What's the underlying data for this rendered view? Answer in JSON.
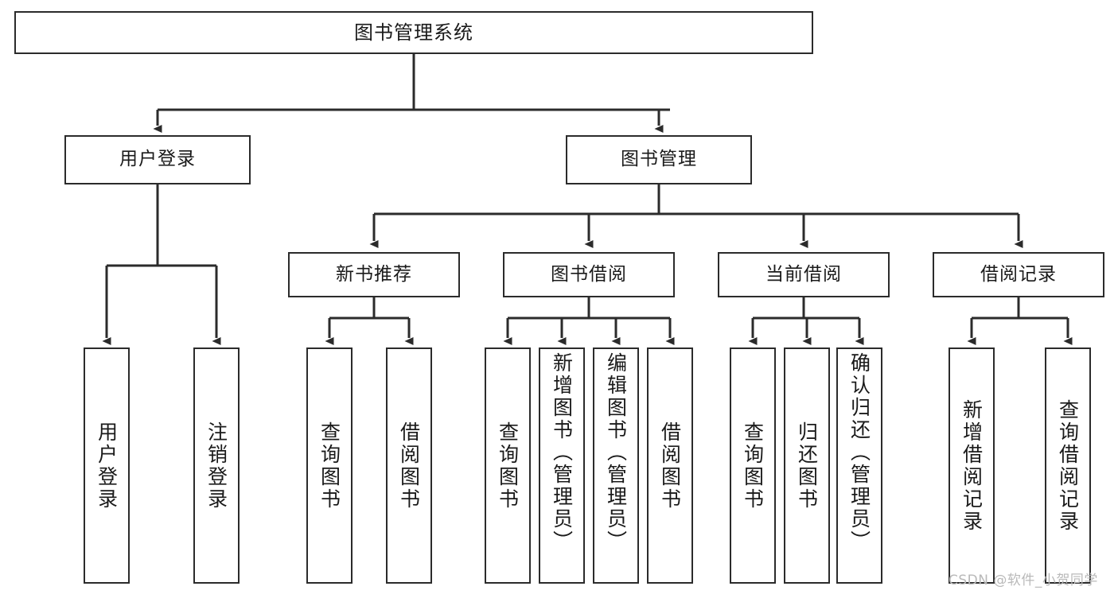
{
  "diagram": {
    "title": "图书管理系统",
    "type": "hierarchy-tree",
    "root": {
      "id": "root",
      "label": "图书管理系统"
    },
    "level2": [
      {
        "id": "user-login",
        "label": "用户登录"
      },
      {
        "id": "book-manage",
        "label": "图书管理"
      }
    ],
    "level3": [
      {
        "id": "new-book-recommend",
        "label": "新书推荐"
      },
      {
        "id": "book-borrow",
        "label": "图书借阅"
      },
      {
        "id": "current-borrow",
        "label": "当前借阅"
      },
      {
        "id": "borrow-record",
        "label": "借阅记录"
      }
    ],
    "leaves": {
      "user_login": [
        {
          "id": "leaf-user-login",
          "label": "用户登录"
        },
        {
          "id": "leaf-logout-login",
          "label": "注销登录"
        }
      ],
      "new_book_recommend": [
        {
          "id": "leaf-query-book-1",
          "label": "查询图书"
        },
        {
          "id": "leaf-borrow-book-1",
          "label": "借阅图书"
        }
      ],
      "book_borrow": [
        {
          "id": "leaf-query-book-2",
          "label": "查询图书"
        },
        {
          "id": "leaf-add-book",
          "label": "新增图书（管理员）"
        },
        {
          "id": "leaf-edit-book",
          "label": "编辑图书（管理员）"
        },
        {
          "id": "leaf-borrow-book-2",
          "label": "借阅图书"
        }
      ],
      "current_borrow": [
        {
          "id": "leaf-query-book-3",
          "label": "查询图书"
        },
        {
          "id": "leaf-return-book",
          "label": "归还图书"
        },
        {
          "id": "leaf-confirm-return",
          "label": "确认归还（管理员）"
        }
      ],
      "borrow_record": [
        {
          "id": "leaf-add-record",
          "label": "新增借阅记录"
        },
        {
          "id": "leaf-query-record",
          "label": "查询借阅记录"
        }
      ]
    }
  },
  "watermark": {
    "text": "CSDN @软件_小贺同学"
  },
  "colors": {
    "stroke": "#2b2b2b",
    "background": "#ffffff",
    "text": "#1a1a1a",
    "watermark": "#b9b9b9"
  }
}
